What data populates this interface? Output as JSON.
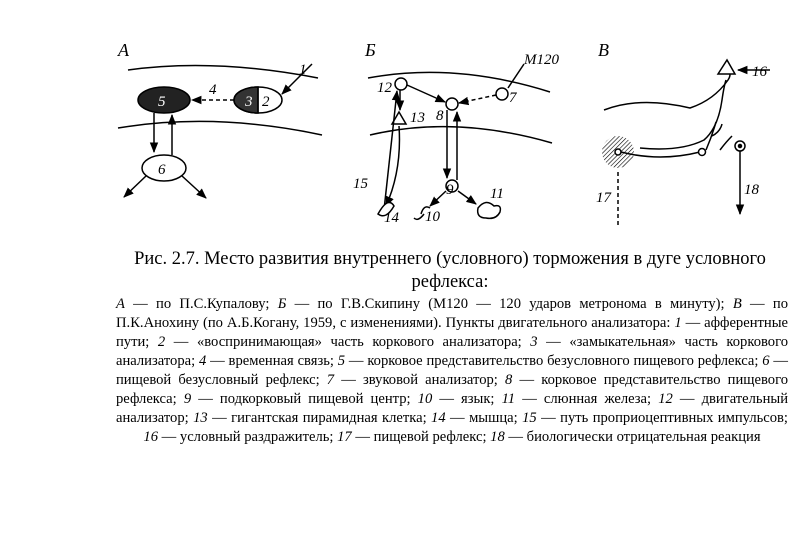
{
  "figure": {
    "panels": {
      "a": "А",
      "b": "Б",
      "v": "В"
    },
    "labels": {
      "n1": "1",
      "n2": "2",
      "n3": "3",
      "n4": "4",
      "n5": "5",
      "n6": "6",
      "n7": "7",
      "n8": "8",
      "n9": "9",
      "n10": "10",
      "n11": "11",
      "n12": "12",
      "n13": "13",
      "n14": "14",
      "n15": "15",
      "n16": "16",
      "n17": "17",
      "n18": "18",
      "m120": "М120"
    }
  },
  "caption": {
    "title": "Рис. 2.7. Место развития внутреннего (условного) торможения в дуге условного рефлекса:",
    "parts": [
      {
        "k": "А",
        "t": " — по П.С.Купалову; "
      },
      {
        "k": "Б",
        "t": " — по Г.В.Скипину (М120 — 120 ударов метронома в минуту); "
      },
      {
        "k": "В",
        "t": " — по П.К.Анохину (по А.Б.Когану, 1959, с изменениями). Пункты двигательного анализатора: "
      },
      {
        "k": "1",
        "t": " — афферентные пути; "
      },
      {
        "k": "2",
        "t": " — «воспринимающая» часть коркового анализатора; "
      },
      {
        "k": "3",
        "t": " — «замыкательная» часть коркового анализатора; "
      },
      {
        "k": "4",
        "t": " — временная связь; "
      },
      {
        "k": "5",
        "t": " — корковое представительство безусловного пищевого рефлекса; "
      },
      {
        "k": "6",
        "t": " — пищевой безусловный рефлекс; "
      },
      {
        "k": "7",
        "t": " — звуковой анализатор; "
      },
      {
        "k": "8",
        "t": " — корковое представительство пищевого рефлекса; "
      },
      {
        "k": "9",
        "t": " — подкорковый пищевой центр; "
      },
      {
        "k": "10",
        "t": " — язык; "
      },
      {
        "k": "11",
        "t": " — слюнная железа; "
      },
      {
        "k": "12",
        "t": " — двигательный анализатор; "
      },
      {
        "k": "13",
        "t": " — гигантская пирамидная клетка; "
      },
      {
        "k": "14",
        "t": " — мышца; "
      },
      {
        "k": "15",
        "t": " — путь проприоцептивных импульсов; "
      },
      {
        "k": "16",
        "t": " — условный раздражитель; "
      },
      {
        "k": "17",
        "t": " — пищевой рефлекс; "
      },
      {
        "k": "18",
        "t": " — биологически отрицательная реакция"
      }
    ]
  }
}
